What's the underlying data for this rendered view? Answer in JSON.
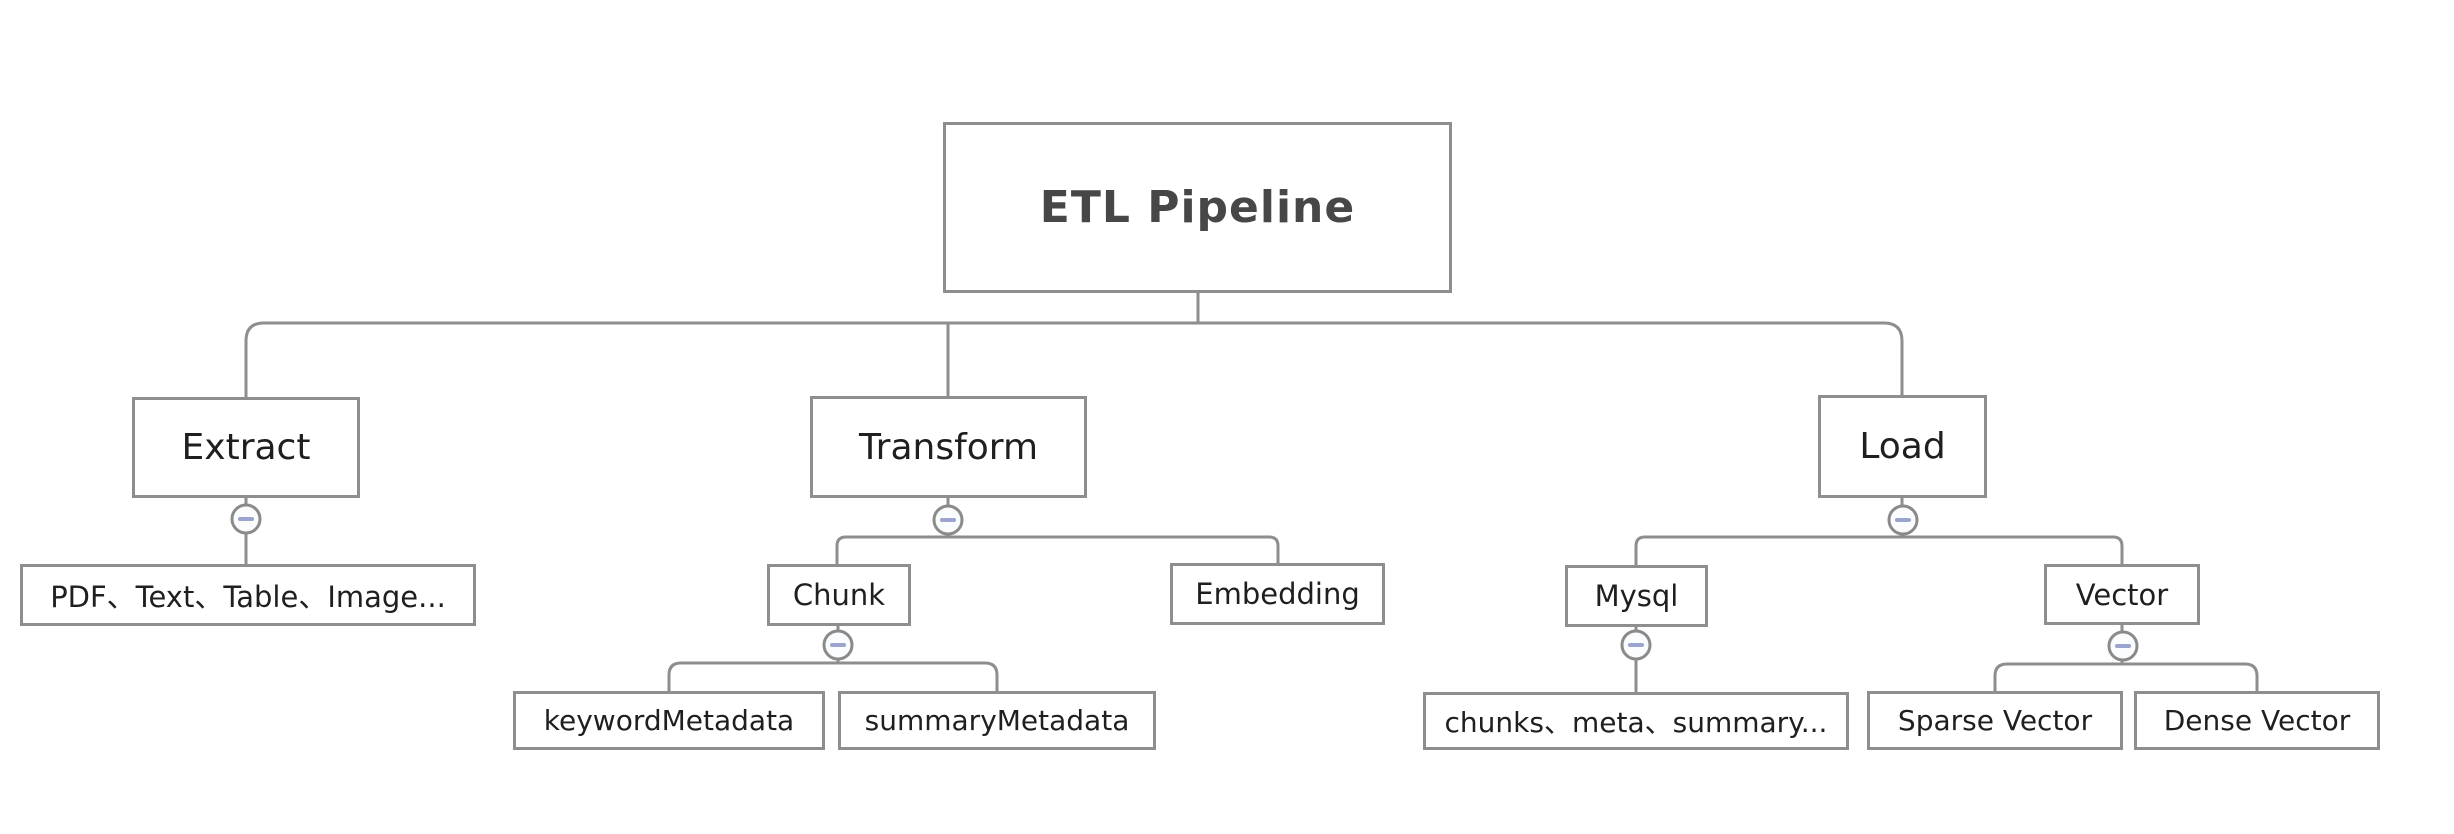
{
  "mindmap": {
    "root": {
      "label": "ETL Pipeline",
      "children": [
        {
          "label": "Extract",
          "collapse_icon": "minus-circle-icon",
          "children": [
            {
              "label": "PDF、Text、Table、Image..."
            }
          ]
        },
        {
          "label": "Transform",
          "collapse_icon": "minus-circle-icon",
          "children": [
            {
              "label": "Chunk",
              "collapse_icon": "minus-circle-icon",
              "children": [
                {
                  "label": "keywordMetadata"
                },
                {
                  "label": "summaryMetadata"
                }
              ]
            },
            {
              "label": "Embedding"
            }
          ]
        },
        {
          "label": "Load",
          "collapse_icon": "minus-circle-icon",
          "children": [
            {
              "label": "Mysql",
              "collapse_icon": "minus-circle-icon",
              "children": [
                {
                  "label": "chunks、meta、summary..."
                }
              ]
            },
            {
              "label": "Vector",
              "collapse_icon": "minus-circle-icon",
              "children": [
                {
                  "label": "Sparse Vector"
                },
                {
                  "label": "Dense Vector"
                }
              ]
            }
          ]
        }
      ]
    }
  },
  "colors": {
    "canvas_background": "#ffffff",
    "node_border": "#8e8e8e",
    "node_background": "#ffffff",
    "connector": "#8e8e8e",
    "root_text": "#474747",
    "node_text": "#1f1f1f",
    "collapse_fill": "#fbfcfe",
    "collapse_border": "#8a8a8a",
    "collapse_minus": "#9aa4ce"
  }
}
